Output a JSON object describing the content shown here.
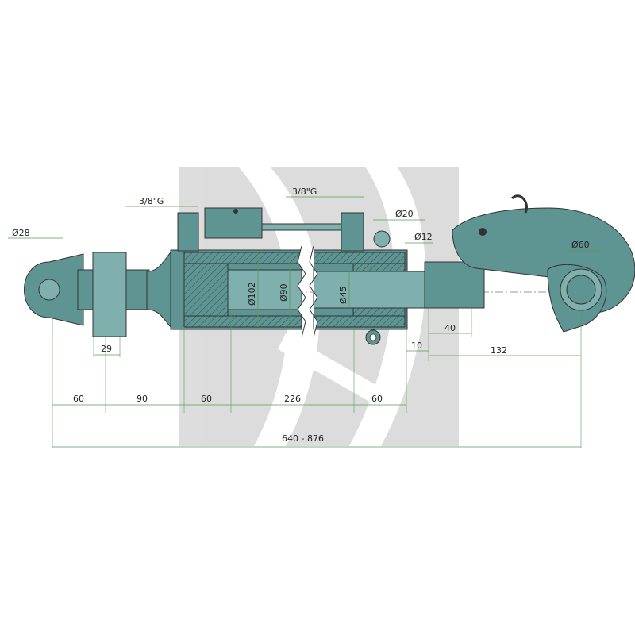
{
  "colors": {
    "body": "#5e9492",
    "body_light": "#7fb0ad",
    "body_dark": "#467573",
    "watermark": "#d8d8d8",
    "dimension": "#5a9a5a",
    "text": "#222222"
  },
  "labels": {
    "eye_diameter": "Ø28",
    "port_left": "3/8\"G",
    "port_right": "3/8\"G",
    "pin_diameter": "Ø20",
    "pin_hole": "Ø12",
    "hook_diameter": "Ø60",
    "bore_outer": "Ø102",
    "bore_inner": "Ø90",
    "rod_diameter": "Ø45"
  },
  "dimensions": {
    "eye_width": "29",
    "hook_len": "40",
    "hook_offset": "10",
    "hook_center": "132",
    "seg1": "60",
    "seg2": "90",
    "seg3": "60",
    "seg4": "226",
    "seg5": "60",
    "total": "640 - 876"
  }
}
